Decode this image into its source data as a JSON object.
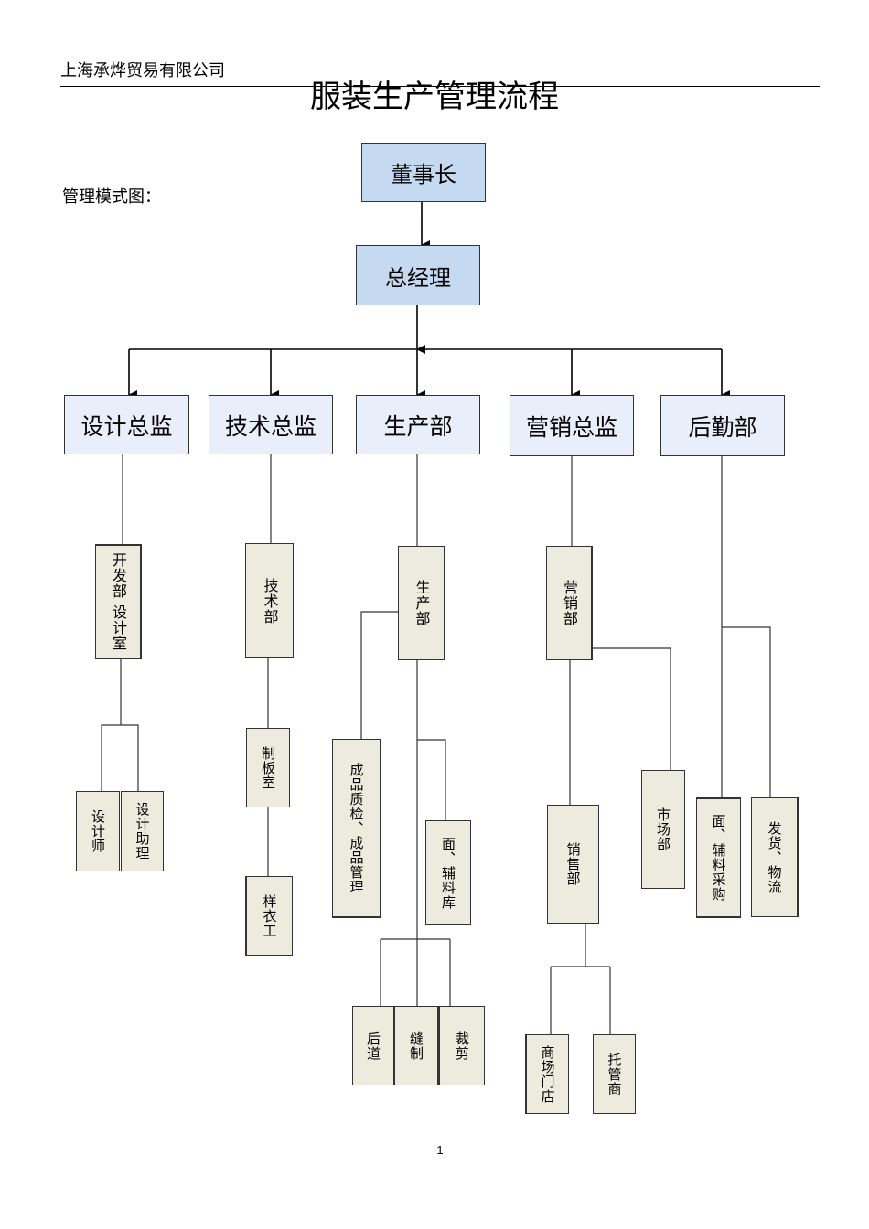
{
  "header": {
    "company": "上海承烨贸易有限公司",
    "title": "服装生产管理流程"
  },
  "mode_label": "管理模式图：",
  "chart": {
    "chairman": "董事长",
    "general_manager": "总经理",
    "departments": [
      "设计总监",
      "技术总监",
      "生产部",
      "营销总监",
      "后勤部"
    ],
    "design": {
      "dev_room": "开发部 设计室",
      "designer": "设计师",
      "design_assistant": "设计助理"
    },
    "tech": {
      "tech_dept": "技术部",
      "pattern_room": "制板室",
      "sample_worker": "样衣工"
    },
    "production": {
      "production_dept": "生产部",
      "quality": "成品质检、成品管理",
      "fabric_store": "面、辅料库",
      "finishing": "后道",
      "sewing": "缝制",
      "cutting": "裁剪"
    },
    "marketing": {
      "marketing_dept": "营销部",
      "sales_dept": "销售部",
      "market_dept": "市场部",
      "mall_store": "商场门店",
      "consignee": "托管商"
    },
    "logistics": {
      "purchasing": "面、辅料采购",
      "shipping": "发货、物流"
    }
  },
  "footer": {
    "page_number": "1"
  }
}
